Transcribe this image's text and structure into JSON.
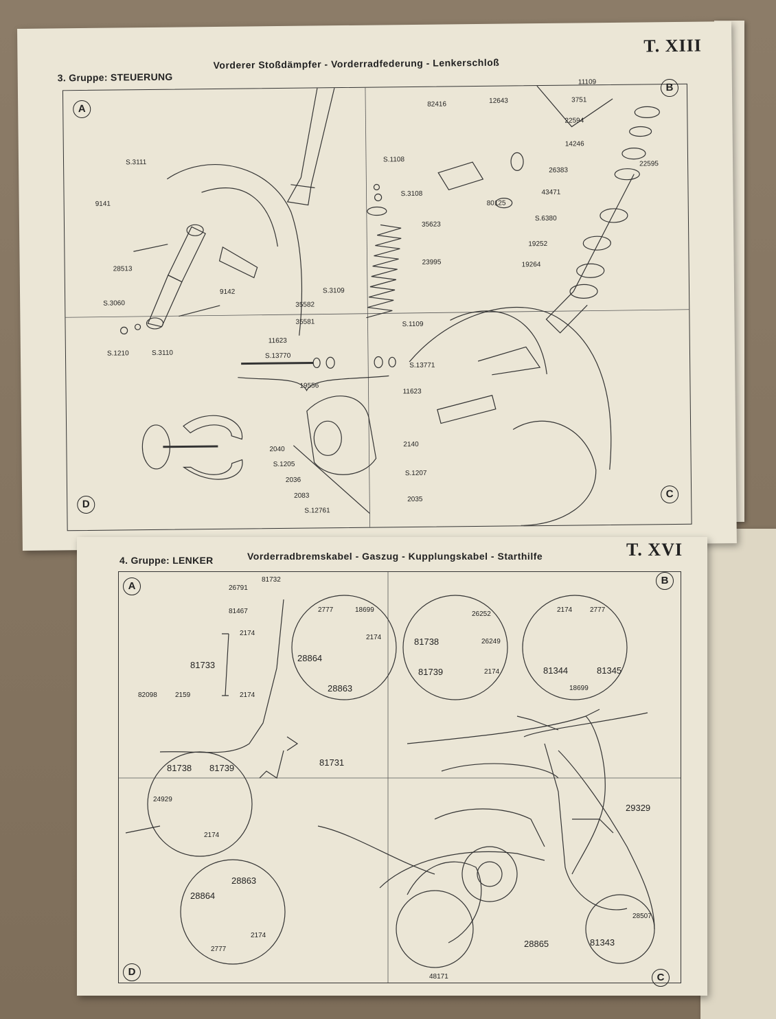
{
  "top_page": {
    "group": "3. Gruppe: STEUERUNG",
    "subtitle": "Vorderer Stoßdämpfer - Vorderradfederung - Lenkerschloß",
    "table": "T. XIII",
    "corners": [
      "A",
      "B",
      "C",
      "D"
    ],
    "parts": [
      "S.3111",
      "9141",
      "28513",
      "9142",
      "S.3060",
      "S.1210",
      "S.3110",
      "S.1108",
      "S.3108",
      "35623",
      "23995",
      "S.3109",
      "S.1109",
      "35582",
      "35581",
      "11623",
      "S.13770",
      "S.13771",
      "11623",
      "19556",
      "2040",
      "S.1205",
      "2036",
      "2083",
      "S.12761",
      "2140",
      "S.1207",
      "2035",
      "82416",
      "12643",
      "80125",
      "11109",
      "3751",
      "22594",
      "14246",
      "22595",
      "26383",
      "43471",
      "S.6380",
      "19252",
      "19264"
    ]
  },
  "bottom_page": {
    "group": "4. Gruppe: LENKER",
    "subtitle": "Vorderradbremskabel - Gaszug - Kupplungskabel - Starthilfe",
    "table": "T. XVI",
    "corners": [
      "A",
      "B",
      "C",
      "D"
    ],
    "parts": [
      "81732",
      "26791",
      "81467",
      "2174",
      "81733",
      "2174",
      "82098",
      "2159",
      "81731",
      "2777",
      "18699",
      "2174",
      "28864",
      "28863",
      "26252",
      "81738",
      "26249",
      "81739",
      "2174",
      "2174",
      "2777",
      "81344",
      "81345",
      "18699",
      "81738",
      "81739",
      "24929",
      "2174",
      "28863",
      "28864",
      "2174",
      "2777",
      "29329",
      "28507",
      "28865",
      "81343",
      "48171"
    ]
  },
  "colors": {
    "paper": "#ebe6d6",
    "ink": "#222222",
    "desk": "#8a7a66"
  }
}
